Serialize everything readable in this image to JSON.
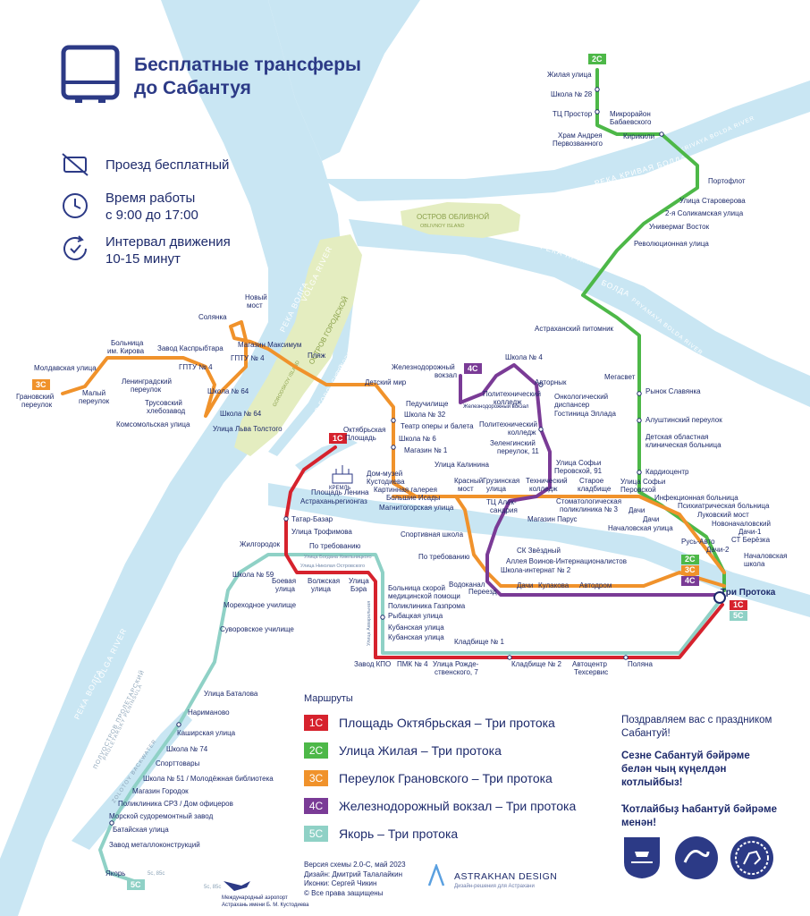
{
  "title_line1": "Бесплатные трансферы",
  "title_line2": "до Сабантуя",
  "info": {
    "fare": "Проезд бесплатный",
    "hours_label": "Время работы",
    "hours_value": "с 9:00 до 17:00",
    "interval_label": "Интервал движения",
    "interval_value": "10-15 минут"
  },
  "colors": {
    "red": "#d6222d",
    "green": "#4db848",
    "orange": "#f0922b",
    "purple": "#7a3b96",
    "teal": "#8fd1c6",
    "water": "#c9e6f3",
    "navy": "#2c3a86"
  },
  "icons": [
    "bus-icon",
    "no-ticket-icon",
    "clock-icon",
    "interval-icon",
    "plane-icon",
    "kremlin-icon",
    "astrakhan-design-logo"
  ],
  "rivers": {
    "volga_ru": "РЕКА ВОЛГА",
    "volga_en": "VOLGA RIVER",
    "krivaya_ru": "РЕКА КРИВАЯ БОЛДА",
    "krivaya_en": "KRIVAYA BOLDA RIVER",
    "pryamaya_ru": "РЕКА ПРЯМАЯ",
    "pryamaya_ru2": "БОЛДА",
    "pryamaya_en": "PRYAMAYA BOLDA RIVER",
    "rukav": "РУКАВ ГОРОДСКОЙ",
    "rukav_en": "GORODSKOY ARM",
    "zaton": "ЗОЛОТОЙ ЗАТОН",
    "zaton_en": "ZOLOTOY BACKWATER",
    "proletarsky": "ПОЛУОСТРОВ ПРОЛЕТАРСКИЙ",
    "proletarsky_en": "PROLETARSKY PENINSULA"
  },
  "islands": {
    "oblivnoy": "ОСТРОВ ОБЛИВНОЙ",
    "oblivnoy_en": "OBLIVNOY ISLAND",
    "gorodskoy": "ОСТРОВ ГОРОДСКОЙ",
    "gorodskoy_en": "GORODSKOY ISLAND"
  },
  "route_tags": {
    "r1": "1С",
    "r2": "2С",
    "r3": "3С",
    "r4": "4С",
    "r5": "5С"
  },
  "stations": {
    "zhilaya": "Жилая улица",
    "shkola28": "Школа № 28",
    "tc_prostor": "ТЦ Простор",
    "babaevsky1": "Микрорайон",
    "babaevsky2": "Бабаевского",
    "khram1": "Храм Андрея",
    "khram2": "Первозванного",
    "kirikili": "Кирикили",
    "portoflot": "Портофлот",
    "staroverova": "Улица Староверова",
    "solikamskaya": "2-я Соликамская улица",
    "univermag": "Универмаг Восток",
    "revolyutsionnaya": "Революционная улица",
    "pitomnik": "Астраханский питомник",
    "megasvet": "Мегасвет",
    "slavyanka": "Рынок Славянка",
    "alushtinsky": "Алуштинский переулок",
    "detskaya1": "Детская областная",
    "detskaya2": "клиническая больница",
    "kardiocentr": "Кардиоцентр",
    "sofia_perov1": "Улица Софьи",
    "sofia_perov2": "Перовской",
    "infekc": "Инфекционная больница",
    "psih": "Психиатрическая больница",
    "lukovsky": "Луковский мост",
    "novonach": "Новоначаловский",
    "dachi1": "Дачи-1",
    "st_berezka": "СТ Берёзка",
    "dachi2": "Дачи-2",
    "rus_avto": "Русь-Авто",
    "nach_shkola1": "Началовская",
    "nach_shkola2": "школа",
    "nach_ulica": "Началовская улица",
    "dachi_a": "Дачи",
    "dachi_b": "Дачи",
    "tri_protoka": "Три Протока",
    "moldavskaya": "Молдавская улица",
    "granovsky1": "Грановский",
    "granovsky2": "переулок",
    "maly1": "Малый",
    "maly2": "переулок",
    "kirova1": "Больница",
    "kirova2": "им. Кирова",
    "leningrad1": "Ленинградский",
    "leningrad2": "переулок",
    "trusovsky1": "Трусовский",
    "trusovsky2": "хлебозавод",
    "komsomolskaya": "Комсомольская улица",
    "kaspryba": "Завод Каспрыбтара",
    "gptu4a": "ГПТУ № 4",
    "gptu4b": "ГПТУ № 4",
    "shkola64a": "Школа № 64",
    "shkola64b": "Школа № 64",
    "lva_tolstogo": "Улица Льва Толстого",
    "solyanka": "Солянка",
    "novy_most1": "Новый",
    "novy_most2": "мост",
    "maksimum": "Магазин Максимум",
    "plyazh": "Пляж",
    "detsky_mir": "Детский мир",
    "zhd_vokzal1": "Железнодорожный",
    "zhd_vokzal2": "вокзал",
    "zhd_vokzal_sub": "Железнодорожный вокзал",
    "peduchilishche": "Педучилище",
    "shkola32": "Школа № 32",
    "teatr": "Театр оперы и балета",
    "shkola6": "Школа № 6",
    "magazin1": "Магазин № 1",
    "kalinina": "Улица Калинина",
    "shkola4": "Школа № 4",
    "avtornyk": "Авторнык",
    "politeh1": "Политехнический",
    "politeh2": "колледж",
    "onko1": "Онкологический",
    "onko2": "диспансер",
    "ellada": "Гостиница Эллада",
    "politeh3": "Политехнический",
    "politeh4": "колледж",
    "zelenginsky1": "Зеленгинский",
    "zelenginsky2": "переулок, 11",
    "sofia91a": "Улица Софьи",
    "sofia91b": "Перовской, 91",
    "krasny_most1": "Красный",
    "krasny_most2": "мост",
    "gruzinskaya1": "Грузинская",
    "gruzinskaya2": "улица",
    "tehnichesky1": "Технический",
    "tehnichesky2": "колледж",
    "staroe1": "Старое",
    "staroe2": "кладбище",
    "tc_aleks1": "ТЦ Алек-",
    "tc_aleks2": "сандрия",
    "stomat1": "Стоматологическая",
    "stomat2": "поликлиника № 3",
    "magazin_parus": "Магазин Парус",
    "oktyabrskaya1": "Октябрьская",
    "oktyabrskaya2": "Площадь",
    "dom_muzey1": "Дом-музей",
    "dom_muzey2": "Кустодиева",
    "kartinnaya": "Картинная галерея",
    "isady": "Большие Исады",
    "magnitogorskaya": "Магнитогорская улица",
    "kreml": "КРЕМЛЬ",
    "pl_lenina": "Площадь Ленина",
    "astrregiongaz": "Астраханьрегионгаз",
    "tatar_bazar": "Татар-Базар",
    "trofimova": "Улица Трофимова",
    "sportivnaya": "Спортивная школа",
    "po_treb1": "По требованию",
    "po_treb2": "По требованию",
    "sk_zvezdny": "СК Звёздный",
    "alleya": "Аллея Воинов-Интернационалистов",
    "shkola_int": "Школа-интернат № 2",
    "vodokanal": "Водоканал",
    "pereezd": "Переезд",
    "dachi_c": "Дачи",
    "kulakova": "Кулакова",
    "avtodrom": "Автодром",
    "zhilgorodok": "Жилгородок",
    "shkola59": "Школа № 59",
    "boevaya1": "Боевая",
    "boevaya2": "улица",
    "volzhskaya1": "Волжская",
    "volzhskaya2": "улица",
    "bera1": "Улица",
    "bera2": "Бэра",
    "khmelnitskogo": "Улица Богдана Хмельницкого",
    "ostrovskogo": "Улица Николая Островского",
    "akvarelnaya": "Улица Акварельная",
    "skoraya1": "Больница скорой",
    "skoraya2": "медицинской помощи",
    "gazprom": "Поликлиника Газпрома",
    "rybackaya": "Рыбацкая улица",
    "kubanskaya1": "Кубанская улица",
    "kubanskaya2": "Кубанская улица",
    "kladbishche1": "Кладбище № 1",
    "zavod_kpo": "Завод КПО",
    "pmk4": "ПМК № 4",
    "rozhd1": "Улица Рожде-",
    "rozhd2": "ственского, 7",
    "kladbishche2": "Кладбище № 2",
    "avtocentr1": "Автоцентр",
    "avtocentr2": "Техсервис",
    "polyana": "Поляна",
    "morehodnoe": "Мореходное училище",
    "suvorovskoe": "Суворовское училище",
    "batalova": "Улица Баталова",
    "narimanovo": "Нариманово",
    "kashirskaya": "Каширская улица",
    "shkola74": "Школа № 74",
    "sporttovary": "Спорттовары",
    "shkola51": "Школа № 51 / Молодёжная библиотека",
    "magazin_gorodok": "Магазин Городок",
    "sr3": "Поликлиника СРЗ / Дом офицеров",
    "sudoremont": "Морской судоремонтный завод",
    "bataiskaya": "Батайская улица",
    "metallokonstr": "Завод металлоконструкций",
    "yakor": "Якорь",
    "airport1": "Международный аэропорт",
    "airport2": "Астрахань имени Б. М. Кустодиева",
    "bus_5s": "5с, 85с",
    "bus_5s_b": "5с, 85с"
  },
  "legend": {
    "title": "Маршруты",
    "routes": [
      {
        "badge": "1С",
        "color": "#d6222d",
        "text": "Площадь Октябрьская – Три протока"
      },
      {
        "badge": "2С",
        "color": "#4db848",
        "text": "Улица Жилая – Три протока"
      },
      {
        "badge": "3С",
        "color": "#f0922b",
        "text": "Переулок Грановского – Три протока"
      },
      {
        "badge": "4С",
        "color": "#7a3b96",
        "text": "Железнодорожный вокзал – Три протока"
      },
      {
        "badge": "5С",
        "color": "#8fd1c6",
        "text": "Якорь – Три протока"
      }
    ]
  },
  "greetings": {
    "ru1": "Поздравляем вас с праздником",
    "ru2": "Сабантуй!",
    "tt1": "Сезне Сабантуй бәйрәме",
    "tt2": "белән чың күңелдән",
    "tt3": "котлыйбыз!",
    "ba1": "Ҡотлайбыҙ Һабантуй бәйрәме",
    "ba2": "менән!"
  },
  "credits": {
    "version": "Версия схемы 2.0-С, май 2023",
    "design": "Дизайн: Дмитрий Талалайкин",
    "icons": "Иконки: Сергей Чикин",
    "rights": "© Все права защищены"
  },
  "brand": {
    "name": "ASTRAKHAN DESIGN",
    "tagline": "Дизайн-решения для Астрахани"
  }
}
